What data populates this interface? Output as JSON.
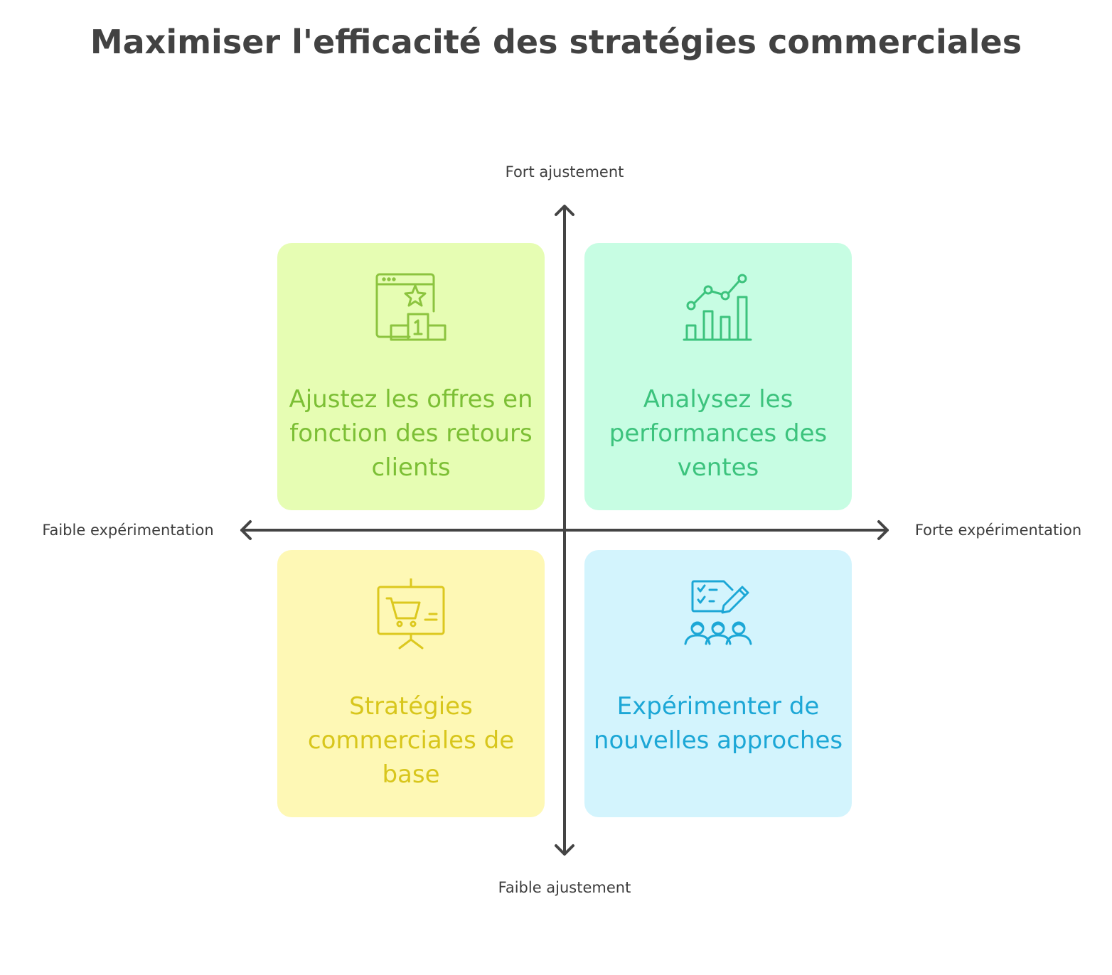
{
  "title": "Maximiser l'efficacité des stratégies commerciales",
  "axes": {
    "top": "Fort ajustement",
    "bottom": "Faible ajustement",
    "left": "Faible expérimentation",
    "right": "Forte expérimentation"
  },
  "quadrants": {
    "top_left": {
      "text": "Ajustez les offres en fonction des retours clients",
      "icon": "podium-window-icon",
      "color": "#7cbf35"
    },
    "top_right": {
      "text": "Analysez les performances des ventes",
      "icon": "chart-growth-icon",
      "color": "#3cc37d"
    },
    "bottom_left": {
      "text": "Stratégies commerciales de base",
      "icon": "cart-presentation-icon",
      "color": "#d8c61c"
    },
    "bottom_right": {
      "text": "Expérimenter de nouvelles approches",
      "icon": "team-checklist-icon",
      "color": "#1ca7d6"
    }
  },
  "colors": {
    "axis": "#444444",
    "title": "#424242"
  }
}
